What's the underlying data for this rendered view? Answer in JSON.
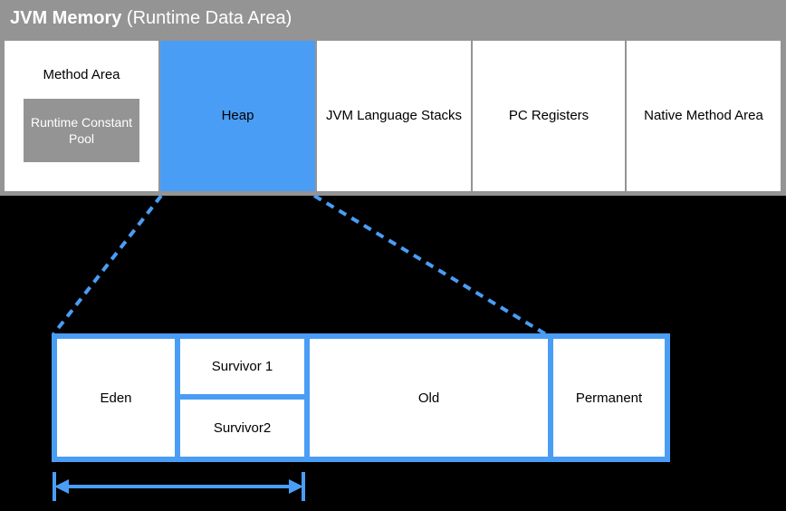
{
  "diagram": {
    "title_bold": "JVM Memory",
    "title_rest": " (Runtime Data Area)",
    "background_color": "#000000",
    "gray_color": "#949494",
    "blue_color": "#4a9df5",
    "white_color": "#ffffff"
  },
  "runtime_data_area": {
    "regions": [
      {
        "label": "Method Area",
        "style": "white"
      },
      {
        "label": "Heap",
        "style": "blue"
      },
      {
        "label": "JVM Language Stacks",
        "style": "white"
      },
      {
        "label": "PC Registers",
        "style": "white"
      },
      {
        "label": "Native Method Area",
        "style": "white"
      }
    ],
    "nested": {
      "parent": "Method Area",
      "label": "Runtime Constant Pool"
    }
  },
  "heap_detail": {
    "source_region": "Heap",
    "cells": [
      {
        "label": "Eden"
      },
      {
        "label": "Survivor 1"
      },
      {
        "label": "Survivor2"
      },
      {
        "label": "Old"
      },
      {
        "label": "Permanent"
      }
    ]
  },
  "measure_arrow": {
    "label": "",
    "spans": "Eden + Survivor 1 + Survivor2",
    "style": "double-headed"
  }
}
